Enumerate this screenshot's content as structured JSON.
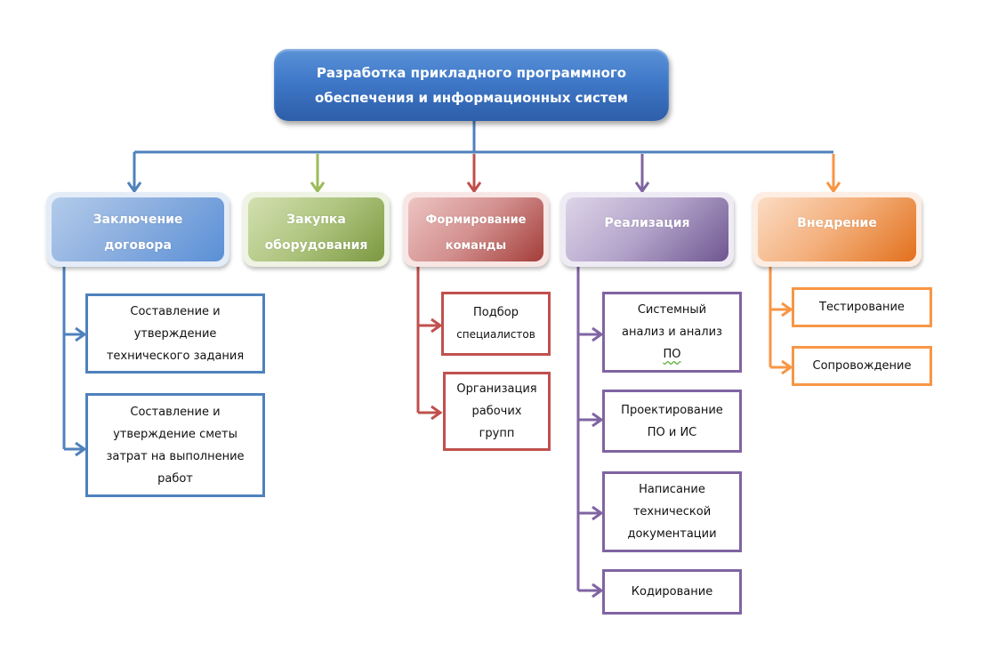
{
  "root": {
    "title_line1": "Разработка прикладного программного",
    "title_line2": "обеспечения и информационных систем",
    "color": "#3f78c8"
  },
  "categories": [
    {
      "id": "contract",
      "lines": [
        "Заключение",
        "договора"
      ],
      "color": "#4f81bd",
      "children": [
        {
          "lines": [
            "Составление  и",
            "утверждение",
            "технического  задания"
          ]
        },
        {
          "lines": [
            "Составление  и",
            "утверждение  сметы",
            "затрат на выполнение",
            "работ"
          ]
        }
      ]
    },
    {
      "id": "procurement",
      "lines": [
        "Закупка",
        "оборудования"
      ],
      "color": "#9bbb59",
      "children": []
    },
    {
      "id": "team",
      "lines": [
        "Формирование",
        "команды"
      ],
      "color": "#c0504d",
      "children": [
        {
          "lines": [
            "Подбор",
            "специалистов"
          ]
        },
        {
          "lines": [
            "Организация",
            "рабочих",
            "групп"
          ]
        }
      ]
    },
    {
      "id": "implementation",
      "lines": [
        "Реализация"
      ],
      "color": "#8064a2",
      "children": [
        {
          "lines": [
            "Системный",
            "анализ и анализ",
            "ПО"
          ]
        },
        {
          "lines": [
            "Проектирование",
            "ПО и ИС"
          ]
        },
        {
          "lines": [
            "Написание",
            "технической",
            "документации"
          ]
        },
        {
          "lines": [
            "Кодирование"
          ]
        }
      ]
    },
    {
      "id": "deployment",
      "lines": [
        "Внедрение"
      ],
      "color": "#f79646",
      "children": [
        {
          "lines": [
            "Тестирование"
          ]
        },
        {
          "lines": [
            "Сопровождение"
          ]
        }
      ]
    }
  ]
}
